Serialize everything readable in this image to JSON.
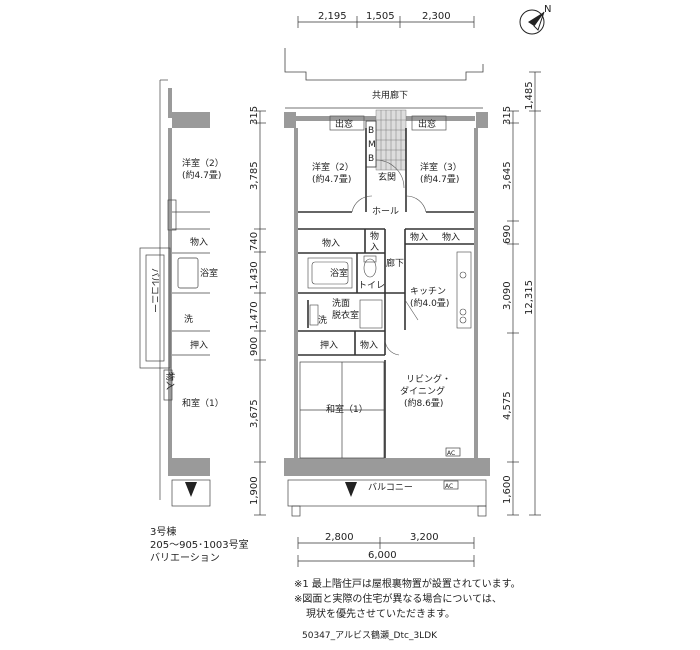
{
  "title_block": {
    "building": "3号棟",
    "rooms": "205～905･1003号室",
    "variation": "バリエーション"
  },
  "notes": [
    "※1  最上階住戸は屋根裏物置が設置されています。",
    "※図面と実際の住宅が異なる場合については、",
    "現状を優先させていただきます。"
  ],
  "plan_code": "50347_アルビス鶴瀬_Dtc_3LDK",
  "dimensions": {
    "top": [
      "2,195",
      "1,505",
      "2,300"
    ],
    "bottom": [
      "2,800",
      "3,200"
    ],
    "bottom_total": "6,000",
    "left": [
      "315",
      "3,785",
      "740",
      "1,430",
      "1,470",
      "900",
      "3,675",
      "1,900"
    ],
    "right_inner": [
      "315",
      "3,645",
      "690",
      "3,090",
      "4,575",
      "1,600"
    ],
    "right_outer": [
      "1,485",
      "12,315"
    ]
  },
  "labels": {
    "corridor": "共用廊下",
    "bay1": "出窓",
    "bay2": "出窓",
    "meter_b1": "B",
    "meter_m": "M",
    "meter_b2": "B",
    "western2_a": "洋室（2）",
    "western2_b": "(約4.7畳)",
    "western3_a": "洋室（3）",
    "western3_b": "(約4.7畳)",
    "entrance": "玄関",
    "hall": "ホール",
    "storage1": "物入",
    "storage2a": "物",
    "storage2b": "入",
    "storage3": "物入",
    "storage4": "物入",
    "bath": "浴室",
    "toilet": "トイレ",
    "hallway": "廊下",
    "kitchen_a": "キッチン",
    "kitchen_b": "(約4.0畳)",
    "washroom_a": "洗面",
    "washroom_b": "脱衣室",
    "wash": "洗",
    "closet": "押入",
    "storage5": "物入",
    "living_a": "リビング・",
    "living_b": "ダイニング",
    "living_c": "(約8.6畳)",
    "japanese_a": "和室（1）",
    "balcony": "バルコニー",
    "ac1": "AC",
    "ac2": "AC",
    "v_western2_a": "洋室（2）",
    "v_western2_b": "(約4.7畳)",
    "v_storage1": "物入",
    "v_bath": "浴室",
    "v_balcony": "バルコニー",
    "v_wash": "洗",
    "v_closet": "押入",
    "v_storage2": "物入",
    "v_japanese": "和室（1）",
    "compass": "N"
  }
}
